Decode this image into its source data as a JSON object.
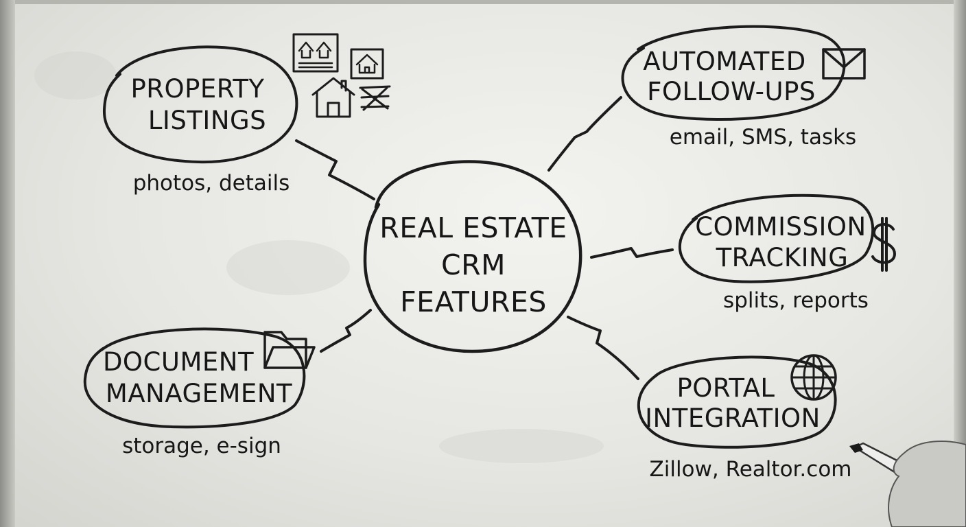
{
  "center": {
    "lines": [
      "REAL ESTATE",
      "CRM",
      "FEATURES"
    ]
  },
  "nodes": {
    "property_listings": {
      "lines": [
        "PROPERTY",
        "LISTINGS"
      ],
      "sub": "photos, details",
      "icon": "house-listing-icons"
    },
    "automated_follow_ups": {
      "lines": [
        "AUTOMATED",
        "FOLLOW-UPS"
      ],
      "sub": "email, SMS, tasks",
      "icon": "envelope-icon"
    },
    "commission_tracking": {
      "lines": [
        "COMMISSION",
        "TRACKING"
      ],
      "sub": "splits, reports",
      "icon": "dollar-icon"
    },
    "document_management": {
      "lines": [
        "DOCUMENT",
        "MANAGEMENT"
      ],
      "sub": "storage, e-sign",
      "icon": "folder-icon"
    },
    "portal_integration": {
      "lines": [
        "PORTAL",
        "INTEGRATION"
      ],
      "sub": "Zillow, Realtor.com",
      "icon": "globe-icon"
    }
  },
  "colors": {
    "ink": "#1c1c1c",
    "board": "#ebebe7"
  }
}
